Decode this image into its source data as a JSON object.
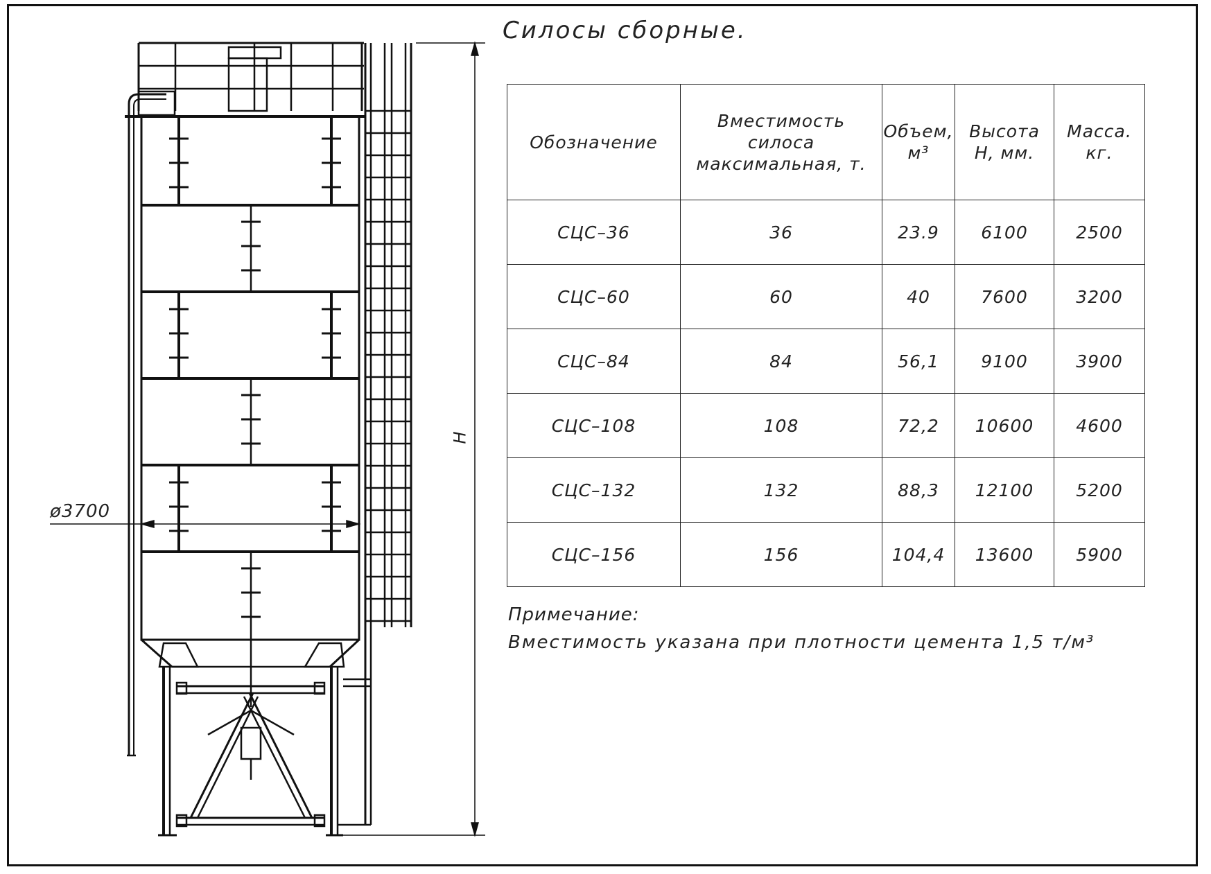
{
  "title": "Силосы  сборные.",
  "table": {
    "headers": [
      [
        "Обозначение"
      ],
      [
        "Вместимость",
        "силоса",
        "максимальная,  т."
      ],
      [
        "Объем,",
        "м³"
      ],
      [
        "Высота",
        "Н,  мм."
      ],
      [
        "Масса.",
        "кг."
      ]
    ],
    "rows": [
      {
        "designation": "СЦС–36",
        "capacity": "36",
        "volume": "23.9",
        "height": "6100",
        "mass": "2500"
      },
      {
        "designation": "СЦС–60",
        "capacity": "60",
        "volume": "40",
        "height": "7600",
        "mass": "3200"
      },
      {
        "designation": "СЦС–84",
        "capacity": "84",
        "volume": "56,1",
        "height": "9100",
        "mass": "3900"
      },
      {
        "designation": "СЦС–108",
        "capacity": "108",
        "volume": "72,2",
        "height": "10600",
        "mass": "4600"
      },
      {
        "designation": "СЦС–132",
        "capacity": "132",
        "volume": "88,3",
        "height": "12100",
        "mass": "5200"
      },
      {
        "designation": "СЦС–156",
        "capacity": "156",
        "volume": "104,4",
        "height": "13600",
        "mass": "5900"
      }
    ]
  },
  "note": {
    "label": "Примечание:",
    "text": "Вместимость  указана  при  плотности  цемента  1,5  т/м³"
  },
  "dimensions": {
    "diameter": "ø3700",
    "height": "Н"
  }
}
